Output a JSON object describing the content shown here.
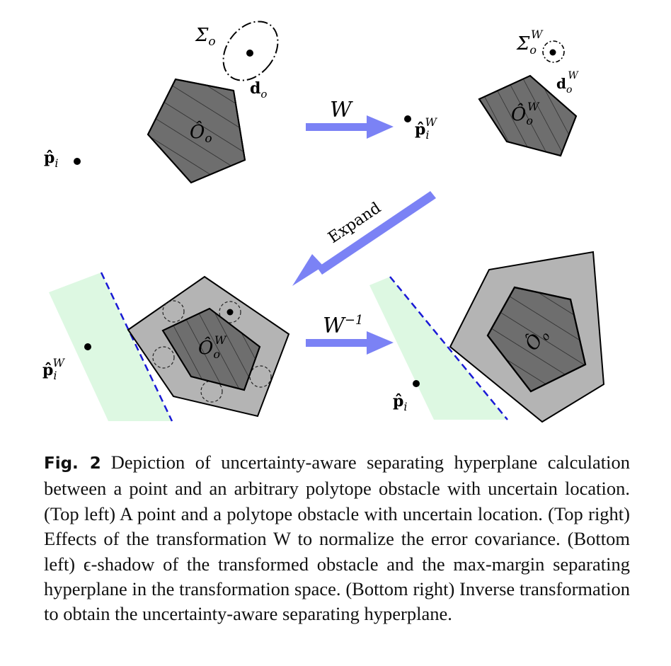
{
  "figure": {
    "labels": {
      "sigma_o": "Σ",
      "sigma_o_sub": "o",
      "sigma_oW": "Σ",
      "sigma_oW_sub": "o",
      "sigma_oW_sup": "W",
      "d_o": "d",
      "d_o_sub": "o",
      "d_oW": "d",
      "d_oW_sub": "o",
      "d_oW_sup": "W",
      "p_hat_i": "p̂",
      "p_sub": "i",
      "p_sup_W": "W",
      "O_hat": "Ô",
      "O_sub": "o",
      "O_sup_W": "W",
      "W": "W",
      "W_inv": "W",
      "W_inv_sup": "−1",
      "expand": "Expand"
    },
    "colors": {
      "arrow": "#7b82f5",
      "obstacle_fill": "#6e6e6e",
      "shadow_fill": "#b4b4b4",
      "halfspace_fill": "#ddf8e2",
      "hyperplane": "#1a1ad6"
    }
  },
  "caption": {
    "label": "Fig. 2",
    "text": "Depiction of uncertainty-aware separating hyperplane calculation between a point and an arbitrary polytope obstacle with uncertain location. (Top left) A point and a polytope obstacle with uncertain location. (Top right) Effects of the transformation W to normalize the error covariance. (Bottom left) ϵ-shadow of the transformed obstacle and the max-margin separating hyperplane in the transformation space. (Bottom right) Inverse transformation to obtain the uncertainty-aware separating hyperplane."
  }
}
